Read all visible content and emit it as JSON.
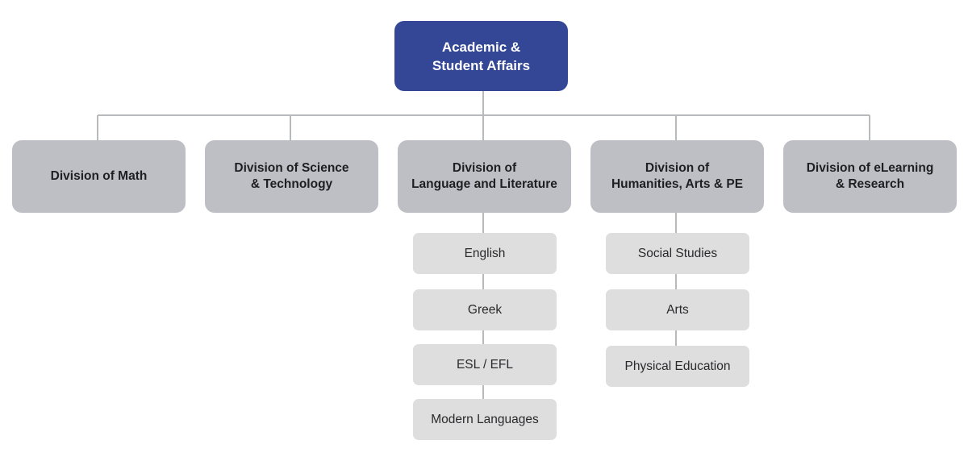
{
  "root": {
    "label": "Academic &\nStudent Affairs"
  },
  "divisions": [
    {
      "label": "Division of Math",
      "children": []
    },
    {
      "label": "Division of Science\n& Technology",
      "children": []
    },
    {
      "label": "Division of\nLanguage and Literature",
      "children": [
        "English",
        "Greek",
        "ESL / EFL",
        "Modern Languages"
      ]
    },
    {
      "label": "Division of\nHumanities, Arts & PE",
      "children": [
        "Social Studies",
        "Arts",
        "Physical Education"
      ]
    },
    {
      "label": "Division of eLearning\n& Research",
      "children": []
    }
  ],
  "colors": {
    "root": "#334796",
    "division": "#bebfc4",
    "subunit": "#dededf",
    "connector": "#b8b9bd"
  }
}
